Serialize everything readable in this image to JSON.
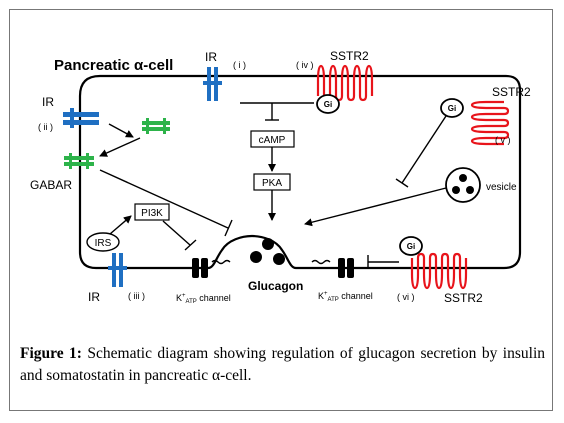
{
  "title": "Pancreatic α-cell",
  "receptors": {
    "ir": "IR",
    "gabar": "GABAR",
    "sstr2": "SSTR2",
    "gi": "Gi",
    "irs": "IRS"
  },
  "markers": {
    "i": "( i )",
    "ii": "( ii )",
    "iii": "( iii )",
    "iv": "( iv )",
    "v": "( v )",
    "vi": "( vi )"
  },
  "pathway": {
    "camp": "cAMP",
    "pka": "PKA",
    "pi3k": "PI3K"
  },
  "channel": {
    "k_label": "K",
    "k_sup": "+",
    "k_sub": "ATP",
    "k_suffix": " channel"
  },
  "vesicle": "vesicle",
  "glucagon": "Glucagon",
  "caption": {
    "label": "Figure 1:",
    "text": " Schematic diagram showing regulation of glucagon secretion by insulin and somatostatin in pancreatic α-cell."
  },
  "colors": {
    "ir": "#1f6fc2",
    "gabar": "#2db34a",
    "sstr2": "#e8141b",
    "outline": "#000000"
  }
}
